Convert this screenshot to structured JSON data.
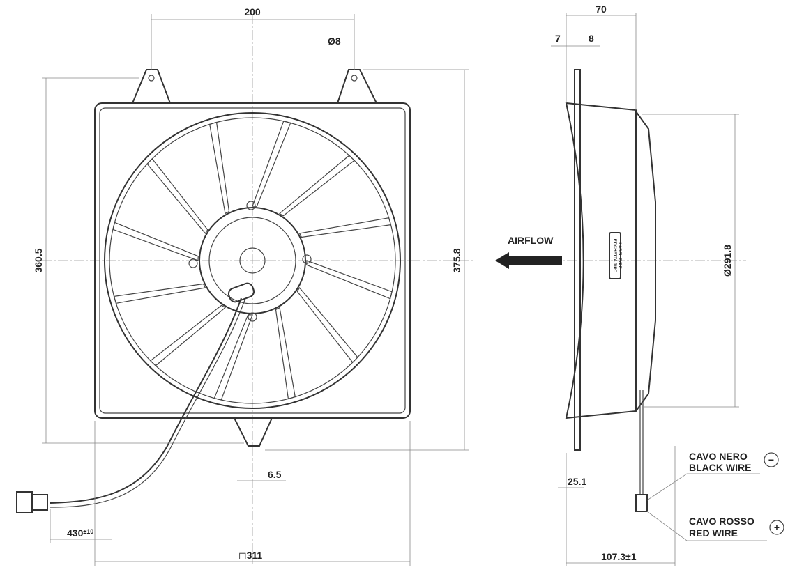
{
  "title": "Fan assembly dimensional drawing",
  "front_view": {
    "dim_top_holes": "200",
    "dim_hole_dia": "Ø8",
    "dim_height_left": "360.5",
    "dim_height_right": "375.8",
    "dim_slot": "6.5",
    "dim_cable": "430",
    "dim_cable_tol": "±10",
    "dim_width": "311",
    "dim_width_symbol": "◻"
  },
  "side_view": {
    "dim_depth": "70",
    "dim_flange": "7",
    "dim_gap": "8",
    "dim_offset": "25.1",
    "dim_total": "107.3±1",
    "dim_fan_dia": "Ø291.8",
    "airflow": "AIRFLOW",
    "label_plate_line1": "ETICHETTA TIPO",
    "label_plate_line2": "LABEL TYPE"
  },
  "wires": {
    "black_it": "CAVO NERO",
    "black_en": "BLACK WIRE",
    "black_symbol": "−",
    "red_it": "CAVO ROSSO",
    "red_en": "RED WIRE",
    "red_symbol": "+"
  }
}
